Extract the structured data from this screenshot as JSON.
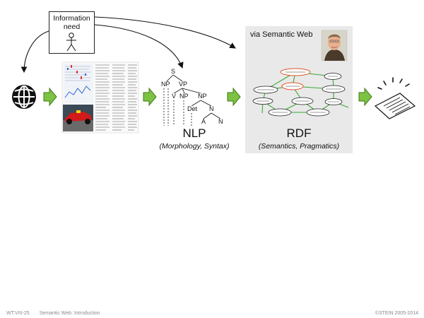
{
  "info_box": {
    "label_line1": "Information",
    "label_line2": "need"
  },
  "nlp": {
    "title": "NLP",
    "subtitle": "(Morphology, Syntax)",
    "tree": {
      "root": "S",
      "np1": "NP",
      "vp": "VP",
      "v": "V",
      "np2": "NP",
      "np3": "NP",
      "det": "Det",
      "n1": "N",
      "a": "A",
      "n2": "N"
    }
  },
  "rdf": {
    "via_label": "via Semantic Web",
    "title": "RDF",
    "subtitle": "(Semantics, Pragmatics)"
  },
  "footer": {
    "slide_id": "WT:VIII-25",
    "section": "Semantic Web: Introduction",
    "copyright": "©STEIN 2005-2014"
  },
  "icons": [
    "globe-icon",
    "arrow-right-icon",
    "document-thumbnail",
    "person-photo",
    "printout-icon",
    "stick-figure-icon"
  ],
  "colors": {
    "arrow_fill": "#7dc242",
    "arrow_stroke": "#3f7a1a",
    "rdf_panel": "#e9e9e9",
    "rdf_edge": "#3aa83a",
    "rdf_highlight": "#e0542a"
  }
}
